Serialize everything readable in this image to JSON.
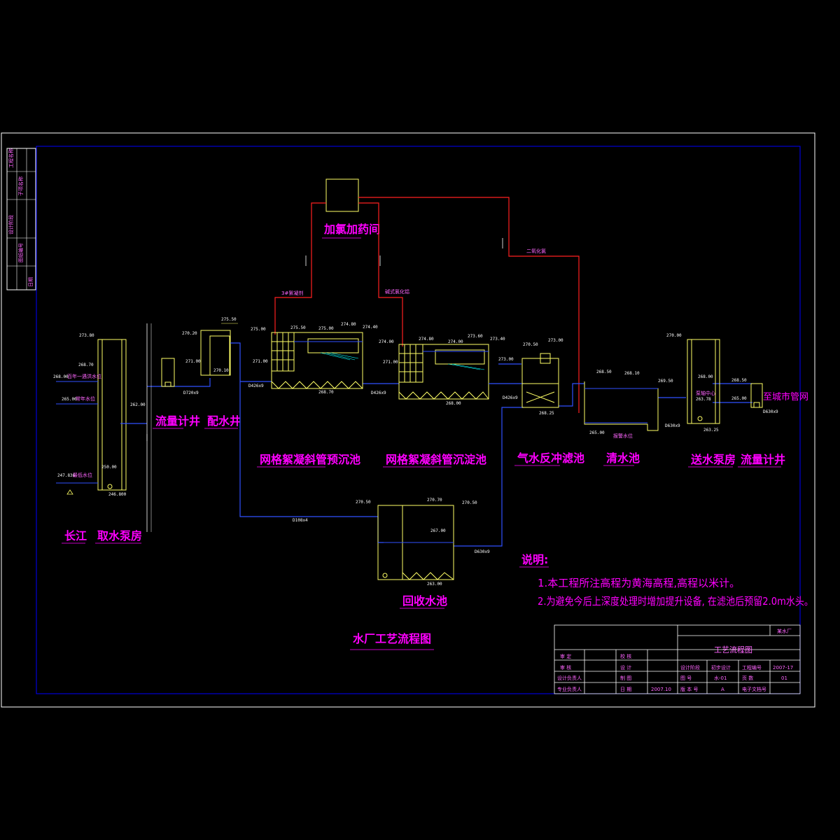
{
  "title": "水厂工艺流程图",
  "units": {
    "chemical_room": "加氯加药间",
    "intake": "长江",
    "intake_pump": "取水泵房",
    "flow_meter_1": "流量计井",
    "distribution_well": "配水井",
    "pre_sedimentation": "网格絮凝斜管预沉池",
    "sedimentation": "网格絮凝斜管沉淀池",
    "filter": "气水反冲滤池",
    "clear_well": "清水池",
    "delivery_pump": "送水泵房",
    "flow_meter_2": "流量计井",
    "recovery_tank": "回收水池",
    "to_city": "至城市管网"
  },
  "chemicals": {
    "chlorine_dioxide": "二氧化氯",
    "pac": "碱式氯化铝",
    "coagulant_aid": "3#絮凝剂"
  },
  "notes": {
    "heading": "说明:",
    "line1": "1.本工程所注高程为黄海高程,高程以米计。",
    "line2": "2.为避免今后上深度处理时增加提升设备, 在滤池后预留2.0m水头。"
  },
  "elevations": {
    "intake_top": "273.80",
    "intake_hw": "268.70",
    "intake_flood": "268.00",
    "intake_normal": "265.00",
    "intake_out": "262.00",
    "intake_low": "247.836",
    "intake_pump": "250.00",
    "intake_bottom": "246.800",
    "meter1_top": "270.20",
    "meter1_mid": "271.00",
    "dist_top": "275.50",
    "dist_mid": "270.10",
    "pre_in": "275.00",
    "pre_a": "275.50",
    "pre_b": "275.00",
    "pre_c": "274.80",
    "pre_d": "274.40",
    "pre_w": "271.00",
    "pre_bottom": "268.70",
    "sed_in": "274.00",
    "sed_a": "274.80",
    "sed_b": "274.00",
    "sed_c": "273.60",
    "sed_d": "273.40",
    "sed_w": "271.00",
    "sed_bottom": "268.00",
    "filter_in": "273.00",
    "filter_top": "273.00",
    "filter_w": "270.50",
    "filter_bottom": "268.25",
    "clear_top": "268.50",
    "clear_a": "268.10",
    "clear_b": "269.50",
    "clear_bottom": "265.00",
    "pump2_top": "270.00",
    "pump2_mid": "268.00",
    "pump2_low": "263.78",
    "pump2_bottom": "263.25",
    "meter2_top": "268.50",
    "meter2_mid": "265.00",
    "rec_a": "270.50",
    "rec_b": "270.70",
    "rec_c": "270.50",
    "rec_d": "267.00",
    "rec_bottom": "263.00"
  },
  "water_labels": {
    "flood": "百年一遇洪水位",
    "normal": "常年水位",
    "low": "最低水位",
    "clear_low": "报警水位",
    "pump_center": "泵轴中心"
  },
  "pipes": {
    "p1": "D720x9",
    "p2": "D426x9",
    "p3": "D426x9",
    "p4": "D426x9",
    "p5": "D630x9",
    "p6": "D630x9",
    "p7": "D108x4",
    "p8": "D630x9"
  },
  "title_block": {
    "org": "某水厂",
    "drawing": "工艺流程图",
    "r1": [
      "审 定",
      "",
      "校 核",
      "",
      "设计阶段",
      "初步设计",
      "工程编号",
      "2007-17"
    ],
    "r2": [
      "审 核",
      "",
      "设 计",
      "",
      "图 号",
      "水-01",
      "页 数",
      "01"
    ],
    "r3": [
      "设计负责人",
      "",
      "制 图",
      "",
      "版 本 号",
      "A",
      "电子文档号",
      ""
    ],
    "r4": [
      "专业负责人",
      "",
      "日 期",
      "2007.10",
      "",
      "",
      "",
      ""
    ]
  },
  "side_block": [
    "工程名称",
    "子项名称",
    "设计阶段",
    "图纸编号",
    "日期"
  ],
  "colors": {
    "frame": "#ffffff",
    "inner_frame": "#0000ff",
    "structure": "#ffff66",
    "water_pipe": "#2f4fff",
    "chem_pipe": "#ff2020",
    "label": "#ff00ff"
  }
}
